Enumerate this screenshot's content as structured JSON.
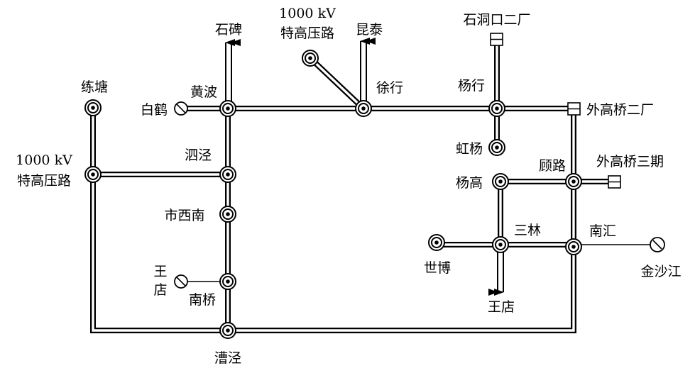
{
  "labels": {
    "shibei": "石碑",
    "kv1000_top_1": "1000 kV",
    "kv1000_top_2": "特高压路",
    "kuntai": "昆泰",
    "shidongkou": "石洞口二厂",
    "liantang": "练塘",
    "baihe": "白鹤",
    "huangbo": "黄波",
    "xuxing": "徐行",
    "yanghang": "杨行",
    "waigaoqiao2": "外高桥二厂",
    "kv1000_left_1": "1000 kV",
    "kv1000_left_2": "特高压路",
    "sijing": "泗泾",
    "hongyang": "虹杨",
    "yanggao": "杨高",
    "gulu": "顾路",
    "waigaoqiao3": "外高桥三期",
    "shixinan": "市西南",
    "sanlin": "三林",
    "nanhui": "南汇",
    "shibo": "世博",
    "jinshajiang": "金沙江",
    "wangdian_left_1": "王",
    "wangdian_left_2": "店",
    "nanqiao": "南桥",
    "wangdian_right": "王店",
    "caojing": "漕泾"
  }
}
